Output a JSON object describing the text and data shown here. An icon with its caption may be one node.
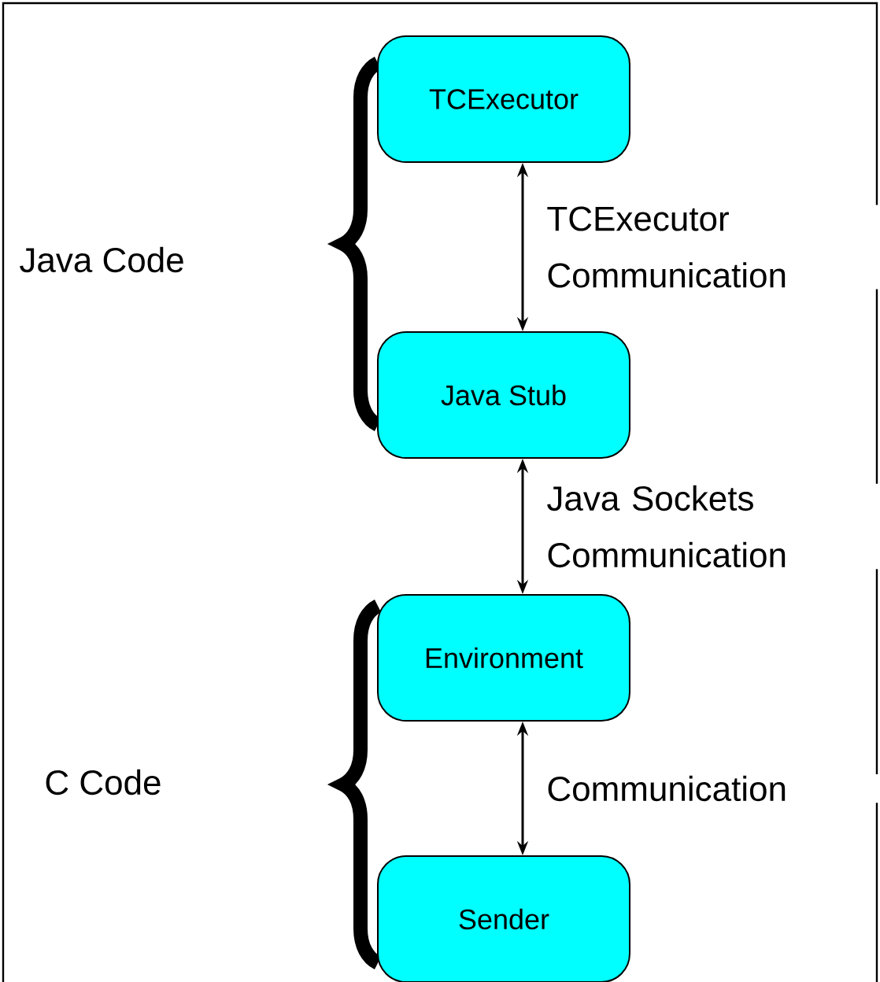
{
  "diagram": {
    "nodes": [
      {
        "text": [
          "TCExecutor"
        ]
      },
      {
        "text": [
          "Java Stub"
        ]
      },
      {
        "text": [
          "Environment"
        ]
      },
      {
        "text": [
          "Sender"
        ]
      }
    ],
    "edges": [
      {
        "from": 0,
        "to": 1,
        "arrow": "both",
        "label": "TCExecutor Communication"
      },
      {
        "from": 1,
        "to": 2,
        "arrow": "both",
        "label": "Java Sockets Communication"
      },
      {
        "from": 2,
        "to": 3,
        "arrow": "both",
        "label": "Communication"
      }
    ],
    "labels": [
      "Java Code",
      "C Code"
    ]
  }
}
